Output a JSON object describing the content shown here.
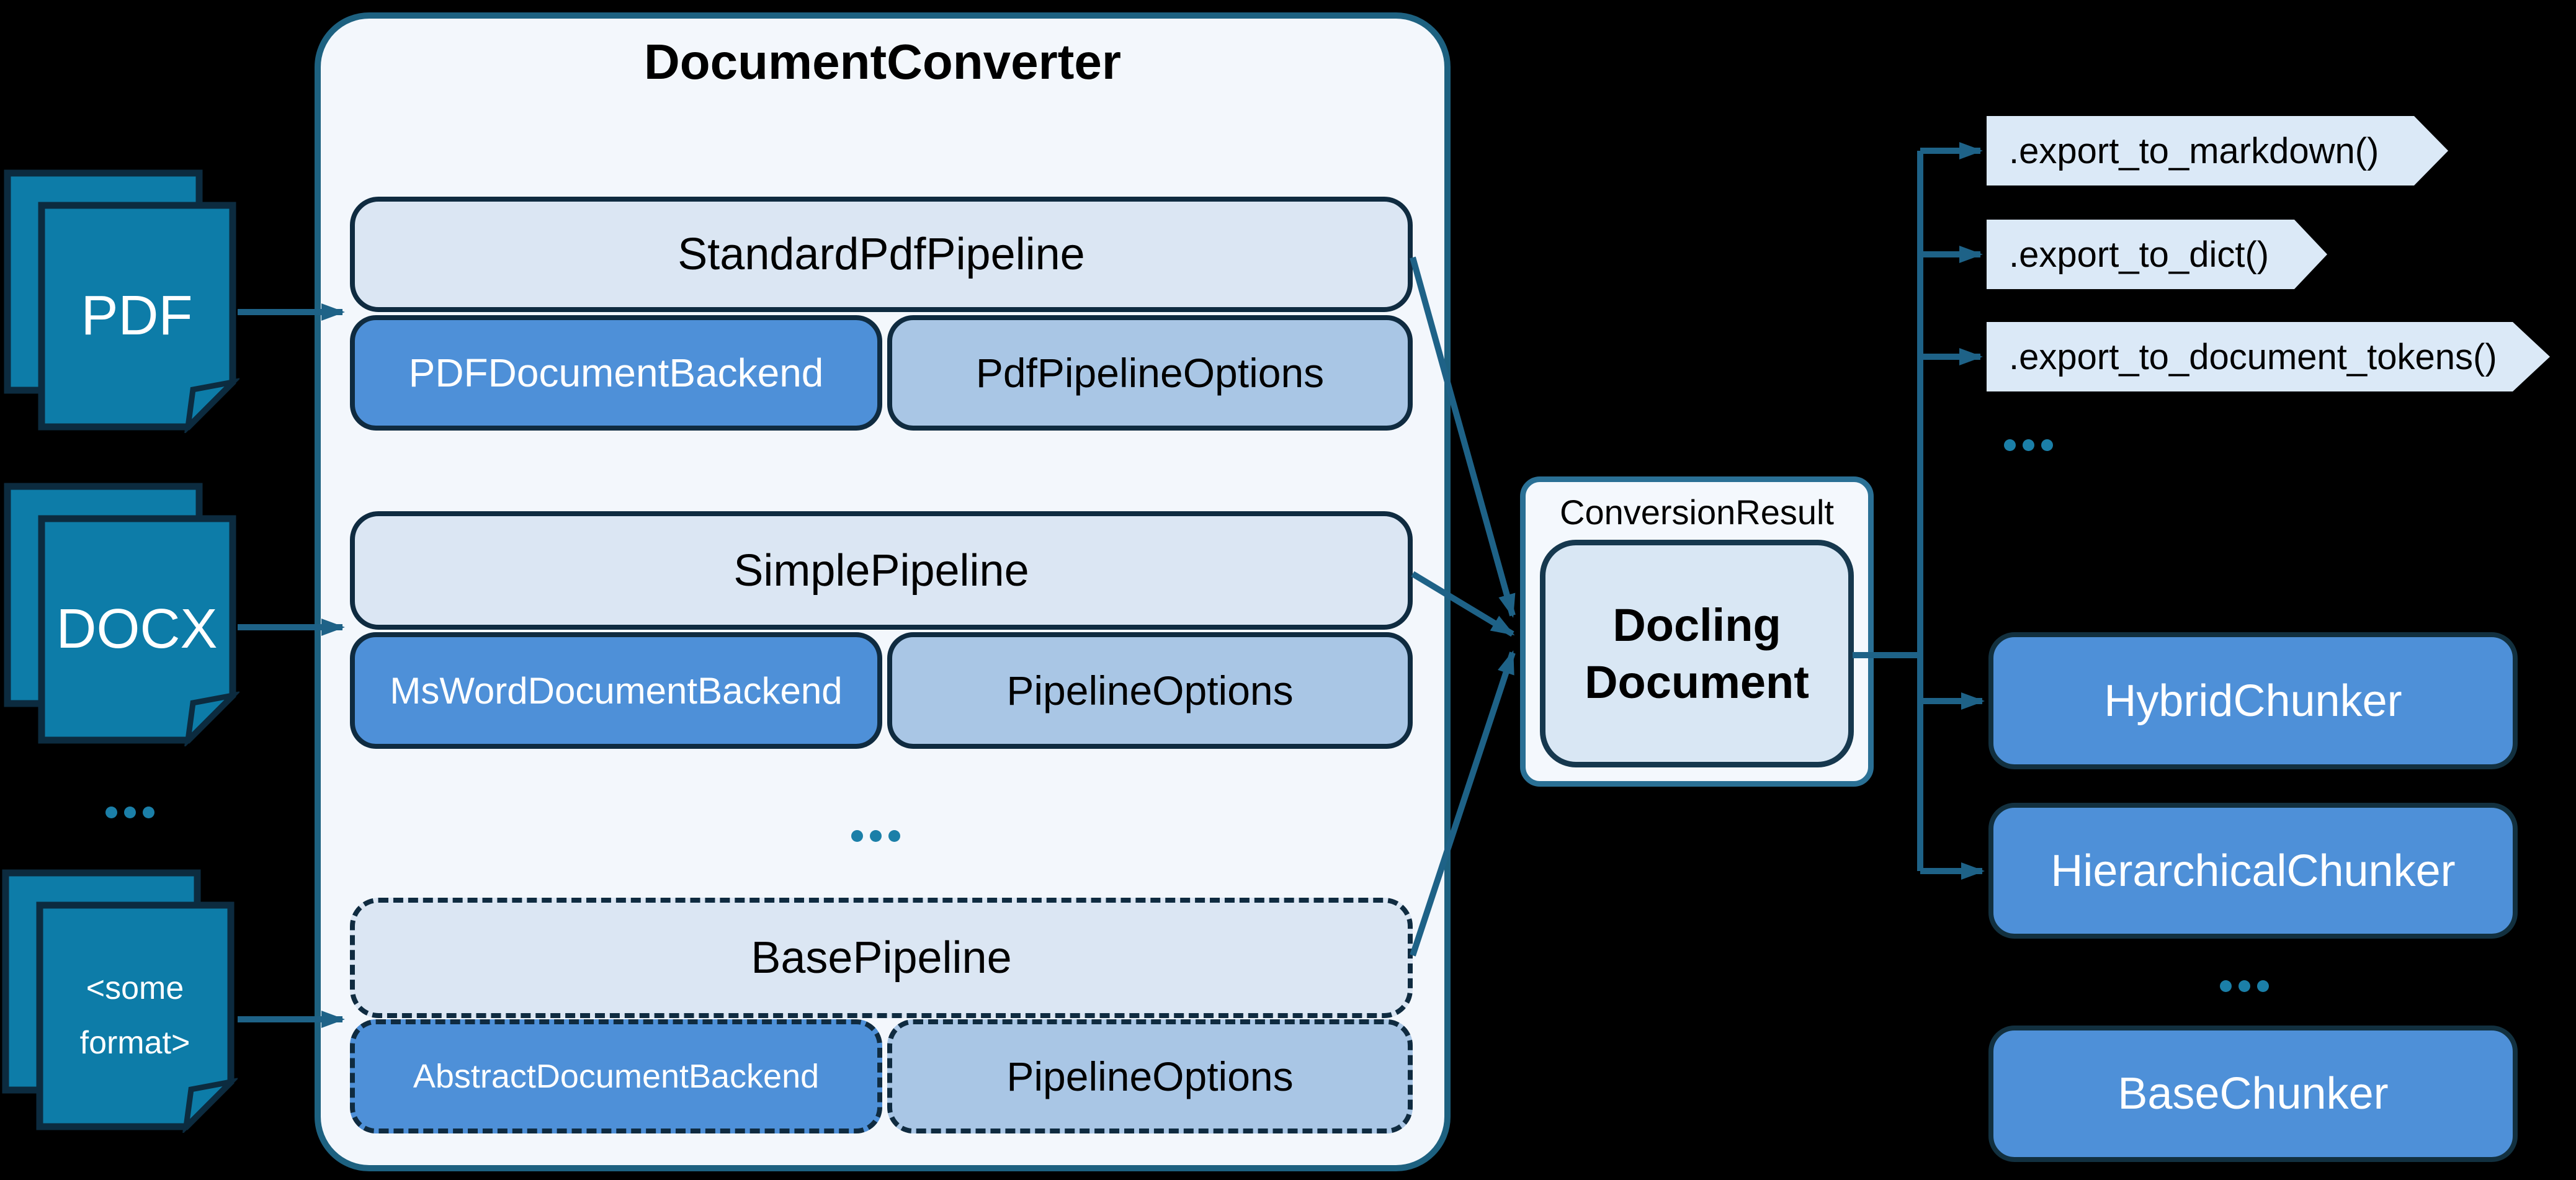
{
  "converter": {
    "title": "DocumentConverter",
    "ellipsis": "...",
    "pipelines": [
      {
        "name": "StandardPdfPipeline",
        "backend": "PDFDocumentBackend",
        "options": "PdfPipelineOptions"
      },
      {
        "name": "SimplePipeline",
        "backend": "MsWordDocumentBackend",
        "options": "PipelineOptions"
      },
      {
        "name": "BasePipeline",
        "backend": "AbstractDocumentBackend",
        "options": "PipelineOptions"
      }
    ]
  },
  "inputs": {
    "pdf": "PDF",
    "docx": "DOCX",
    "ellipsis": "...",
    "some_format_line1": "<some",
    "some_format_line2": "format>"
  },
  "result": {
    "label": "ConversionResult",
    "doc_line1": "Docling",
    "doc_line2": "Document"
  },
  "exports": {
    "items": [
      ".export_to_markdown()",
      ".export_to_dict()",
      ".export_to_document_tokens()"
    ],
    "ellipsis": "..."
  },
  "chunkers": {
    "items": [
      "HybridChunker",
      "HierarchicalChunker"
    ],
    "ellipsis": "...",
    "base": "BaseChunker"
  },
  "colors": {
    "background": "#000000",
    "converter_fill": "#f3f7fc",
    "converter_border": "#1d6180",
    "header_fill": "#dbe6f3",
    "options_fill": "#a9c6e5",
    "solid_blue_fill": "#4e90d8",
    "dark_border": "#0f2b40",
    "document_icon_fill": "#0d7ca8",
    "document_icon_border": "#0c2b3f",
    "chevron_fill": "#dbe9f7",
    "connector": "#1e6287",
    "dots": "#1b7fa8"
  }
}
